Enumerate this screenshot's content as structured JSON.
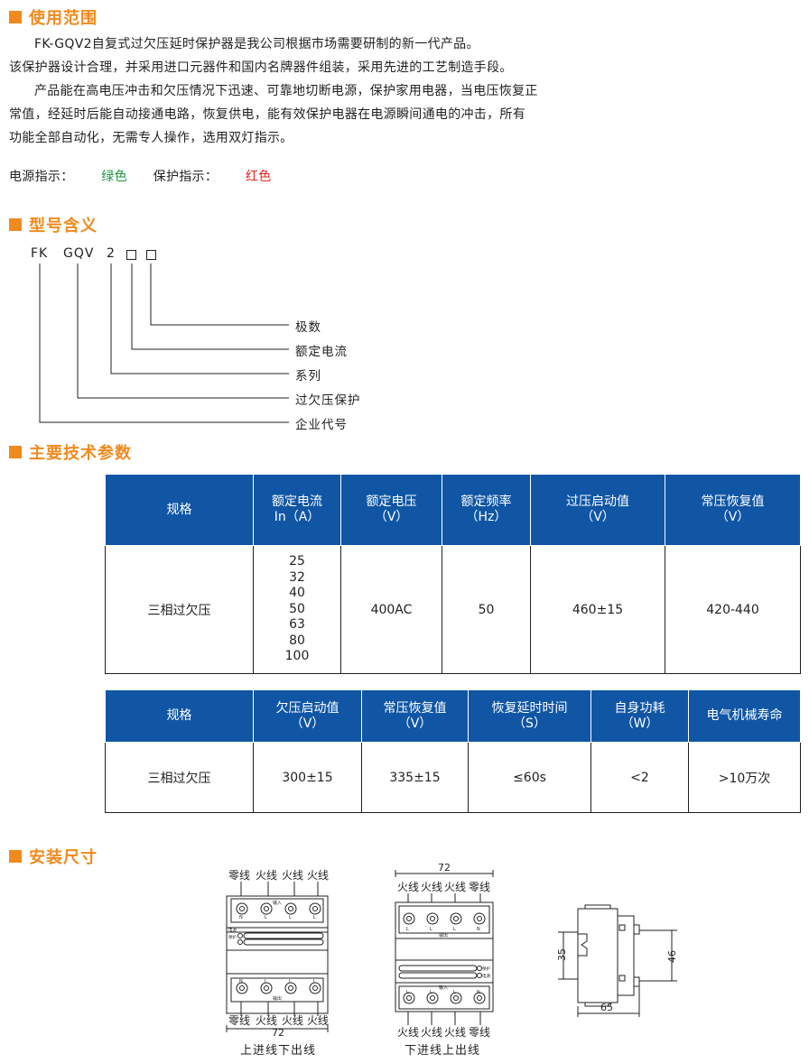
{
  "sections": {
    "usage": "使用范围",
    "model": "型号含义",
    "specs": "主要技术参数",
    "install": "安装尺寸"
  },
  "usage": {
    "lines": [
      "FK-GQV2自复式过欠压延时保护器是我公司根据市场需要研制的新一代产品。",
      "该保护器设计合理，并采用进口元器件和国内名牌器件组装，采用先进的工艺制造手段。",
      "产品能在高电压冲击和欠压情况下迅速、可靠地切断电源，保护家用电器，当电压恢复正",
      "常值，经延时后能自动接通电路，恢复供电，能有效保护电器在电源瞬间通电的冲击，所有",
      "功能全部自动化，无需专人操作，选用双灯指示。"
    ],
    "power_label": "电源指示：",
    "power_value": "绿色",
    "protect_label": "保护指示：",
    "protect_value": "红色",
    "power_color": "#1a9641",
    "protect_color": "#e2231a"
  },
  "model": {
    "code": [
      "FK",
      "GQV",
      "2"
    ],
    "legend": [
      "极数",
      "额定电流",
      "系列",
      "过欠压保护",
      "企业代号"
    ]
  },
  "table1": {
    "headers": [
      [
        "规格"
      ],
      [
        "额定电流",
        "In（A）"
      ],
      [
        "额定电压",
        "（V）"
      ],
      [
        "额定频率",
        "（Hz）"
      ],
      [
        "过压启动值",
        "（V）"
      ],
      [
        "常压恢复值",
        "（V）"
      ]
    ],
    "row": {
      "spec": "三相过欠压",
      "currents": [
        "25",
        "32",
        "40",
        "50",
        "63",
        "80",
        "100"
      ],
      "voltage": "400AC",
      "frequency": "50",
      "over_start": "460±15",
      "recover": "420-440"
    }
  },
  "table2": {
    "headers": [
      [
        "规格"
      ],
      [
        "欠压启动值",
        "（V）"
      ],
      [
        "常压恢复值",
        "（V）"
      ],
      [
        "恢复延时时间",
        "（S）"
      ],
      [
        "自身功耗",
        "（W）"
      ],
      [
        "电气机械寿命"
      ]
    ],
    "row": [
      "三相过欠压",
      "300±15",
      "335±15",
      "≤60s",
      "<2",
      ">10万次"
    ]
  },
  "colors": {
    "accent": "#f08a1d",
    "table_header": "#1056a5"
  },
  "install": {
    "d1": {
      "top_labels": [
        "零线",
        "火线",
        "火线",
        "火线"
      ],
      "bottom_labels": [
        "零线",
        "火线",
        "火线",
        "火线"
      ],
      "term_top": [
        "N",
        "L",
        "L",
        "L"
      ],
      "term_bottom": [
        "N",
        "L",
        "L",
        "L"
      ],
      "in_label": "输入",
      "out_label": "输出",
      "ind1": "电源",
      "ind2": "保护",
      "dim": "72",
      "caption": "上进线下出线"
    },
    "d2": {
      "top_labels": [
        "火线",
        "火线",
        "火线",
        "零线"
      ],
      "bottom_labels": [
        "火线",
        "火线",
        "火线",
        "零线"
      ],
      "term_top": [
        "L",
        "L",
        "L",
        "N"
      ],
      "term_bottom": [
        "L",
        "L",
        "L",
        "N"
      ],
      "in_label": "输入",
      "out_label": "输出",
      "ind1": "保护",
      "ind2": "电源",
      "dim": "72",
      "caption": "下进线上出线"
    },
    "d3": {
      "dim_left": "35",
      "dim_right": "46",
      "dim_bottom": "65"
    }
  }
}
